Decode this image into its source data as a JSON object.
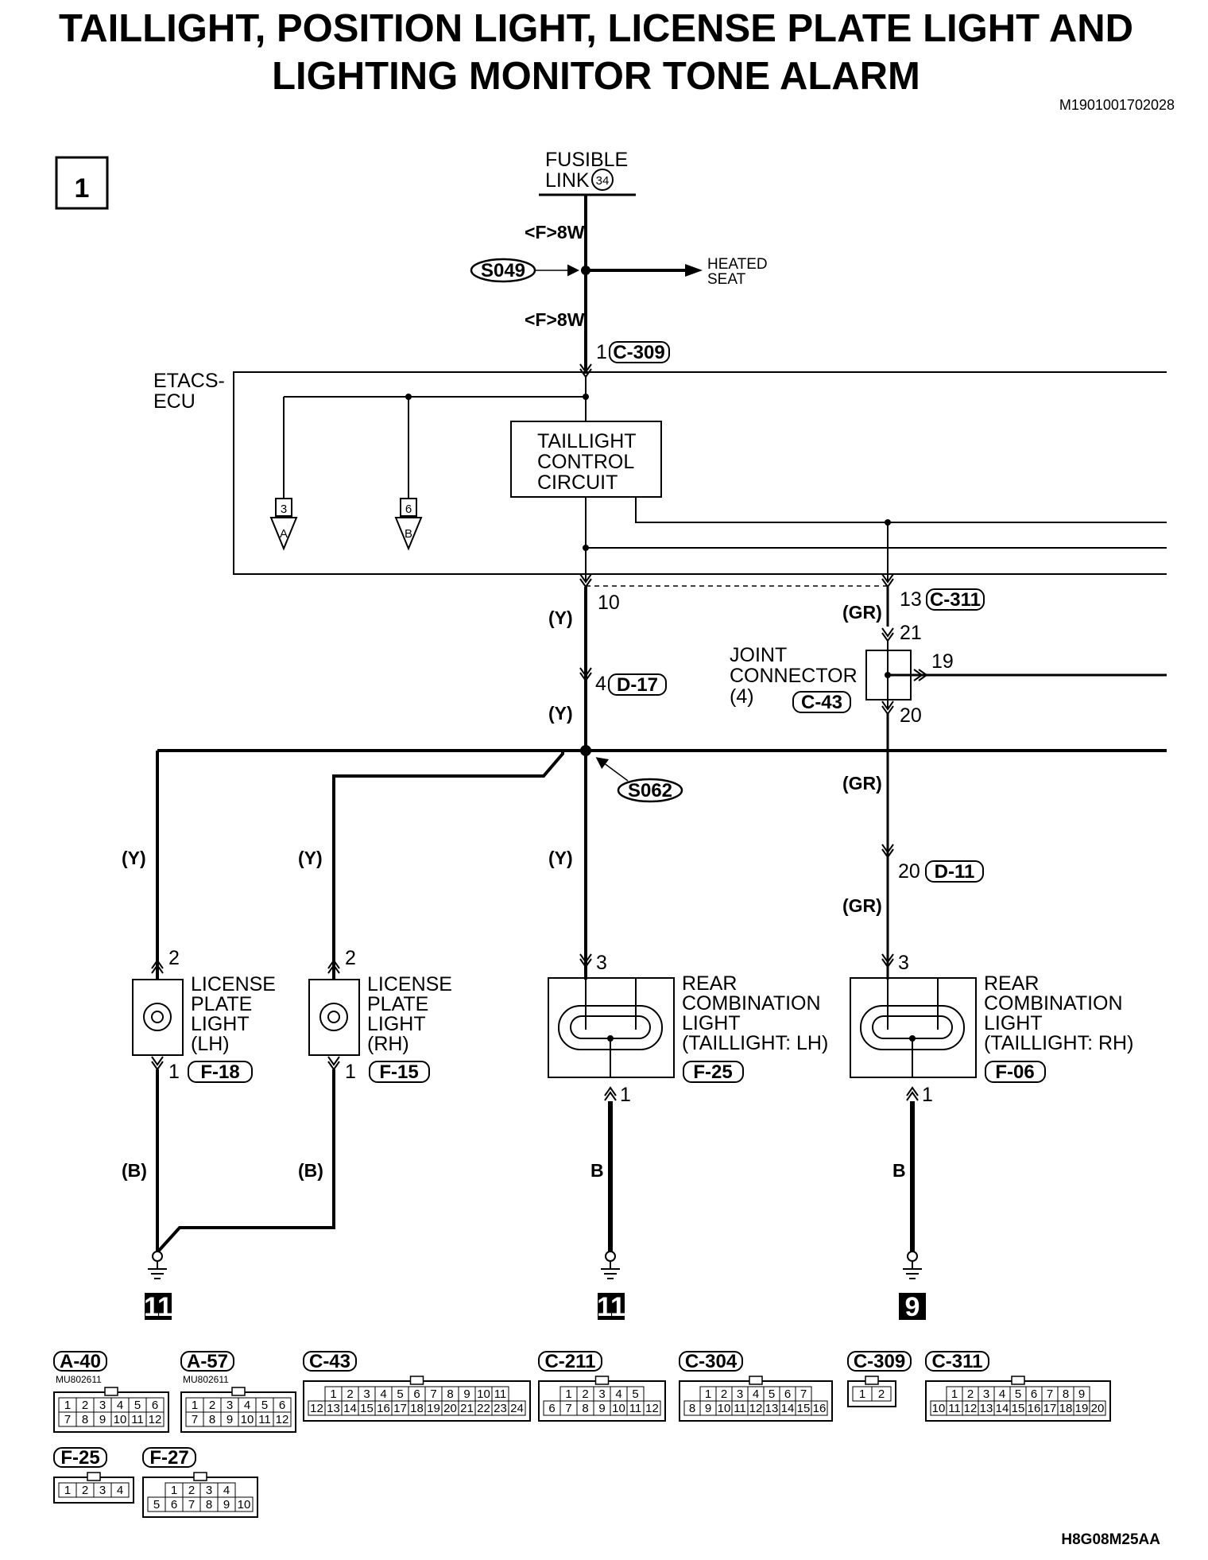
{
  "title": {
    "line1": "TAILLIGHT, POSITION LIGHT, LICENSE PLATE LIGHT AND",
    "line2": "LIGHTING MONITOR TONE ALARM"
  },
  "doc_code": "M1901001702028",
  "figure_code": "H8G08M25AA",
  "page_number": "1",
  "fusible_link": {
    "line1": "FUSIBLE",
    "line2": "LINK",
    "number": "34"
  },
  "wires": {
    "f8w": "<F>8W",
    "y": "(Y)",
    "gr": "(GR)",
    "b_paren": "(B)",
    "b": "B"
  },
  "splices": {
    "s049": "S049",
    "s062": "S062"
  },
  "heated_seat": {
    "line1": "HEATED",
    "line2": "SEAT"
  },
  "etacs": {
    "line1": "ETACS-",
    "line2": "ECU"
  },
  "taillight_box": {
    "line1": "TAILLIGHT",
    "line2": "CONTROL",
    "line3": "CIRCUIT"
  },
  "offpage": {
    "a_num": "3",
    "a_letter": "A",
    "b_num": "6",
    "b_letter": "B"
  },
  "pins": {
    "c309": "1",
    "p10": "10",
    "p13": "13",
    "p21": "21",
    "p19": "19",
    "p20": "20",
    "d17": "4",
    "d11": "20",
    "lh2": "2",
    "lh1": "1",
    "rh2": "2",
    "rh1": "1",
    "rcl3": "3",
    "rcl1": "1",
    "rcr3": "3",
    "rcr1": "1"
  },
  "connectors": {
    "c309": "C-309",
    "c311": "C-311",
    "d17": "D-17",
    "c43": "C-43",
    "d11": "D-11",
    "f18": "F-18",
    "f15": "F-15",
    "f25": "F-25",
    "f06": "F-06"
  },
  "joint_connector": {
    "line1": "JOINT",
    "line2": "CONNECTOR",
    "line3": "(4)"
  },
  "license_lh": {
    "line1": "LICENSE",
    "line2": "PLATE",
    "line3": "LIGHT",
    "line4": "(LH)"
  },
  "license_rh": {
    "line1": "LICENSE",
    "line2": "PLATE",
    "line3": "LIGHT",
    "line4": "(RH)"
  },
  "rear_lh": {
    "line1": "REAR",
    "line2": "COMBINATION",
    "line3": "LIGHT",
    "line4": "(TAILLIGHT: LH)"
  },
  "rear_rh": {
    "line1": "REAR",
    "line2": "COMBINATION",
    "line3": "LIGHT",
    "line4": "(TAILLIGHT: RH)"
  },
  "grounds": {
    "g1": "11",
    "g2": "11",
    "g3": "9"
  },
  "connector_views": {
    "a40": {
      "label": "A-40",
      "part": "MU802611",
      "row1": [
        "1",
        "2",
        "3",
        "4",
        "5",
        "6"
      ],
      "row2": [
        "7",
        "8",
        "9",
        "10",
        "11",
        "12"
      ]
    },
    "a57": {
      "label": "A-57",
      "part": "MU802611",
      "row1": [
        "1",
        "2",
        "3",
        "4",
        "5",
        "6"
      ],
      "row2": [
        "7",
        "8",
        "9",
        "10",
        "11",
        "12"
      ]
    },
    "c43": {
      "label": "C-43",
      "row1": [
        "1",
        "2",
        "3",
        "4",
        "5",
        "6",
        "7",
        "8",
        "9",
        "10",
        "11"
      ],
      "row2": [
        "12",
        "13",
        "14",
        "15",
        "16",
        "17",
        "18",
        "19",
        "20",
        "21",
        "22",
        "23",
        "24"
      ]
    },
    "c211": {
      "label": "C-211",
      "row1": [
        "1",
        "2",
        "3",
        "4",
        "5"
      ],
      "row2": [
        "6",
        "7",
        "8",
        "9",
        "10",
        "11",
        "12"
      ]
    },
    "c304": {
      "label": "C-304",
      "row1": [
        "1",
        "2",
        "3",
        "4",
        "5",
        "6",
        "7"
      ],
      "row2": [
        "8",
        "9",
        "10",
        "11",
        "12",
        "13",
        "14",
        "15",
        "16"
      ]
    },
    "c309": {
      "label": "C-309",
      "row1": [
        "1",
        "2"
      ]
    },
    "c311": {
      "label": "C-311",
      "row1": [
        "1",
        "2",
        "3",
        "4",
        "5",
        "6",
        "7",
        "8",
        "9"
      ],
      "row2": [
        "10",
        "11",
        "12",
        "13",
        "14",
        "15",
        "16",
        "17",
        "18",
        "19",
        "20"
      ]
    },
    "f25": {
      "label": "F-25",
      "row1": [
        "1",
        "2",
        "3",
        "4"
      ]
    },
    "f27": {
      "label": "F-27",
      "row1": [
        "1",
        "2",
        "3",
        "4"
      ],
      "row2": [
        "5",
        "6",
        "7",
        "8",
        "9",
        "10"
      ]
    }
  }
}
